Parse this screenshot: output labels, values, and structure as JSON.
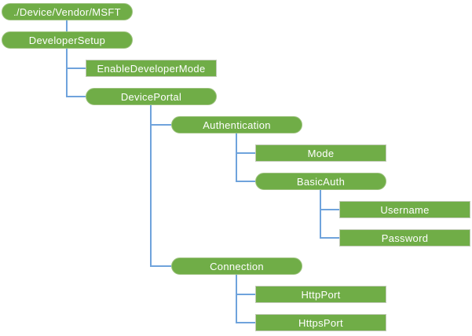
{
  "diagram": {
    "type": "tree",
    "root_label": "./Device/Vendor/MSFT"
  },
  "nodes": [
    {
      "label": "./Device/Vendor/MSFT",
      "shape": "rounded",
      "parent": null
    },
    {
      "label": "DeveloperSetup",
      "shape": "rounded",
      "parent": 0
    },
    {
      "label": "EnableDeveloperMode",
      "shape": "rect",
      "parent": 1
    },
    {
      "label": "DevicePortal",
      "shape": "rounded",
      "parent": 1
    },
    {
      "label": "Authentication",
      "shape": "rounded",
      "parent": 3
    },
    {
      "label": "Mode",
      "shape": "rect",
      "parent": 4
    },
    {
      "label": "BasicAuth",
      "shape": "rounded",
      "parent": 4
    },
    {
      "label": "Username",
      "shape": "rect",
      "parent": 6
    },
    {
      "label": "Password",
      "shape": "rect",
      "parent": 6
    },
    {
      "label": "Connection",
      "shape": "rounded",
      "parent": 3
    },
    {
      "label": "HttpPort",
      "shape": "rect",
      "parent": 9
    },
    {
      "label": "HttpsPort",
      "shape": "rect",
      "parent": 9
    }
  ],
  "colors": {
    "node_fill": "#70AD47",
    "node_text": "#FFFFFF",
    "node_border": "#C2CBB8",
    "connector": "#6FA3DC",
    "background": "#FFFFFF"
  }
}
